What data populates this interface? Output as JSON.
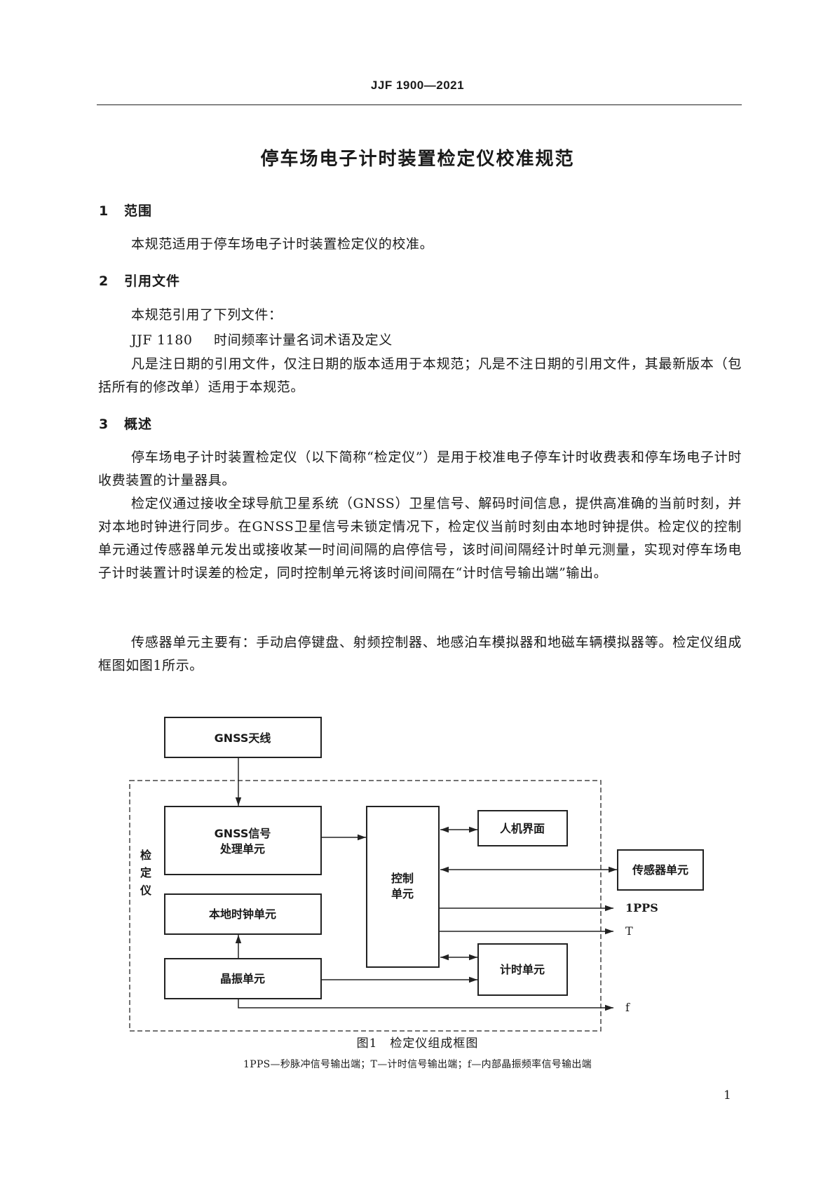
{
  "header": {
    "code": "JJF 1900—2021"
  },
  "title": "停车场电子计时装置检定仪校准规范",
  "sections": [
    {
      "num": "1",
      "heading": "范围",
      "paragraphs": [
        "本规范适用于停车场电子计时装置检定仪的校准。"
      ]
    },
    {
      "num": "2",
      "heading": "引用文件",
      "intro": "本规范引用了下列文件：",
      "reference": {
        "code": "JJF 1180",
        "title": "时间频率计量名词术语及定义"
      },
      "note": "凡是注日期的引用文件，仅注日期的版本适用于本规范；凡是不注日期的引用文件，其最新版本（包括所有的修改单）适用于本规范。"
    },
    {
      "num": "3",
      "heading": "概述",
      "paragraphs": [
        "停车场电子计时装置检定仪（以下简称“检定仪”）是用于校准电子停车计时收费表和停车场电子计时收费装置的计量器具。",
        "检定仪通过接收全球导航卫星系统（GNSS）卫星信号、解码时间信息，提供高准确的当前时刻，并对本地时钟进行同步。在GNSS卫星信号未锁定情况下，检定仪当前时刻由本地时钟提供。检定仪的控制单元通过传感器单元发出或接收某一时间间隔的启停信号，该时间间隔经计时单元测量，实现对停车场电子计时装置计时误差的检定，同时控制单元将该时间间隔在“计时信号输出端”输出。",
        "传感器单元主要有：手动启停键盘、射频控制器、地感泊车模拟器和地磁车辆模拟器等。检定仪组成框图如图1所示。"
      ]
    }
  ],
  "figure": {
    "antenna": "GNSS天线",
    "gnss_unit": [
      "GNSS信号",
      "处理单元"
    ],
    "local_clock": "本地时钟单元",
    "oscillator": "晶振单元",
    "control_unit": [
      "控制",
      "单元"
    ],
    "hmi": "人机界面",
    "timer_unit": "计时单元",
    "sensor_unit": "传感器单元",
    "device_label": [
      "检",
      "定",
      "仪"
    ],
    "outputs": [
      "1PPS",
      "T",
      "f"
    ],
    "caption": "图1　检定仪组成框图",
    "legend": "1PPS—秒脉冲信号输出端；T—计时信号输出端；f—内部晶振频率信号输出端"
  },
  "page_number": "1"
}
